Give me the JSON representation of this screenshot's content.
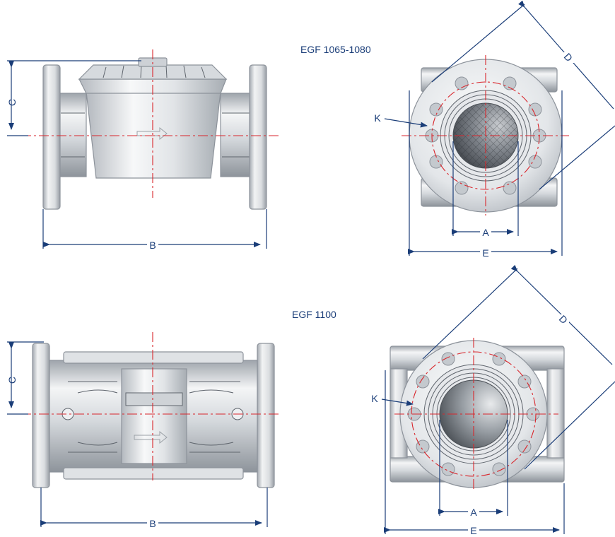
{
  "models": [
    {
      "label": "EGF 1065-1080"
    },
    {
      "label": "EGF 1100"
    }
  ],
  "dimensions": {
    "A": "A",
    "B": "B",
    "C": "C",
    "D": "D",
    "E": "E",
    "K": "K"
  },
  "colors": {
    "dimension": "#1a3d78",
    "axis": "#d9262c",
    "metal_light": "#eef0f2",
    "metal_mid": "#c7ccd1",
    "metal_dark": "#8d939b"
  }
}
